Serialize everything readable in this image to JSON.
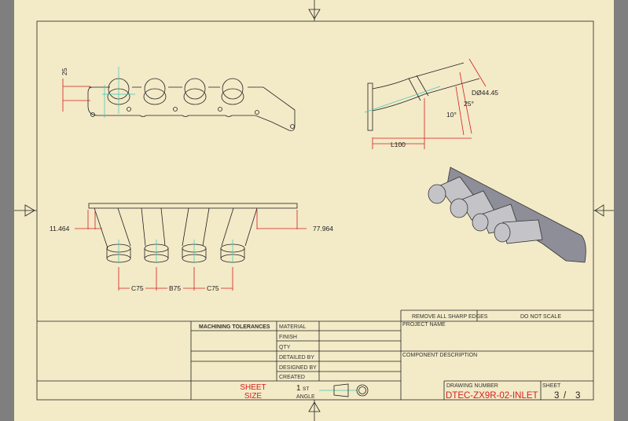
{
  "colors": {
    "paper": "#f3eac7",
    "frame": "#222222",
    "dimension": "#d42020",
    "centerline": "#3cc8b8",
    "margin": "#7f7f7f"
  },
  "views": {
    "top_view": {
      "dim_height": "25"
    },
    "side_view": {
      "diameter": "DØ44.45",
      "angle_outer": "25°",
      "angle_inner": "10°",
      "length": "L100"
    },
    "front_view": {
      "left_offset": "11.464",
      "right_offset": "77.964",
      "spacing": [
        "C75",
        "B75",
        "C75"
      ]
    }
  },
  "title_block": {
    "remove_edges": "REMOVE ALL SHARP EDGES",
    "do_not_scale": "DO NOT SCALE",
    "machining_tolerances": "MACHINING TOLERANCES",
    "fields": [
      "MATERIAL",
      "FINISH",
      "QTY",
      "DETAILED BY",
      "DESIGNED BY",
      "CREATED"
    ],
    "project_name": "PROJECT NAME",
    "component_description": "COMPONENT DESCRIPTION",
    "sheet_size_line1": "SHEET",
    "sheet_size_line2": "SIZE",
    "angle_num": "1",
    "angle_sup": "ST",
    "angle_label": "ANGLE",
    "drawing_number_label": "DRAWING NUMBER",
    "drawing_number": "DTEC-ZX9R-02-INLET",
    "sheet_label": "SHEET",
    "sheet_current": "3",
    "sheet_sep": "/",
    "sheet_total": "3"
  }
}
